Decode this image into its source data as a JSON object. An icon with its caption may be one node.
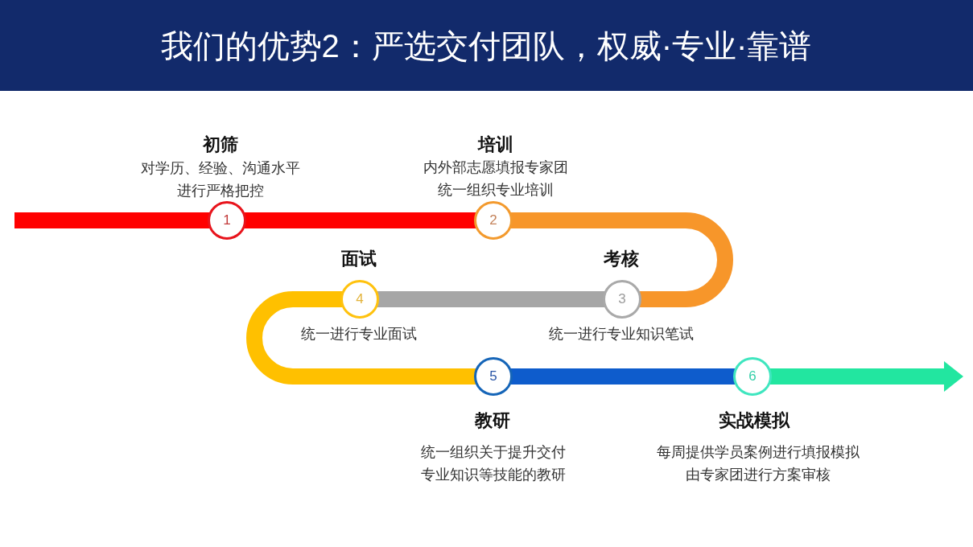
{
  "diagram": {
    "title": "我们的优势2：严选交付团队，权威·专业·靠谱",
    "nodes": [
      {
        "text": [
          "1"
        ],
        "beside": [
          "初筛",
          "对学历、经验、沟通水平进行严格把控"
        ]
      },
      {
        "text": [
          "2"
        ],
        "beside": [
          "培训",
          "内外部志愿填报专家团统一组织专业培训"
        ]
      },
      {
        "text": [
          "3"
        ],
        "beside": [
          "考核",
          "统一进行专业知识笔试"
        ]
      },
      {
        "text": [
          "4"
        ],
        "beside": [
          "面试",
          "统一进行专业面试"
        ]
      },
      {
        "text": [
          "5"
        ],
        "beside": [
          "教研",
          "统一组织关于提升交付专业知识等技能的教研"
        ]
      },
      {
        "text": [
          "6"
        ],
        "beside": [
          "实战模拟",
          "每周提供学员案例进行填报模拟由专家团进行方案审核"
        ]
      }
    ],
    "edges": [
      {
        "from": null,
        "to": 0,
        "arrow": "none",
        "color": "#ff0000"
      },
      {
        "from": 0,
        "to": 1,
        "arrow": "none",
        "color": "#ff0000"
      },
      {
        "from": 1,
        "to": 2,
        "arrow": "none",
        "color": "#f7962a"
      },
      {
        "from": 2,
        "to": 3,
        "arrow": "none",
        "color": "#a6a6a6"
      },
      {
        "from": 3,
        "to": 4,
        "arrow": "none",
        "color": "#ffc000"
      },
      {
        "from": 4,
        "to": 5,
        "arrow": "none",
        "color": "#0e5ccc"
      },
      {
        "from": 5,
        "to": null,
        "arrow": "to",
        "color": "#22e6a0"
      }
    ]
  }
}
